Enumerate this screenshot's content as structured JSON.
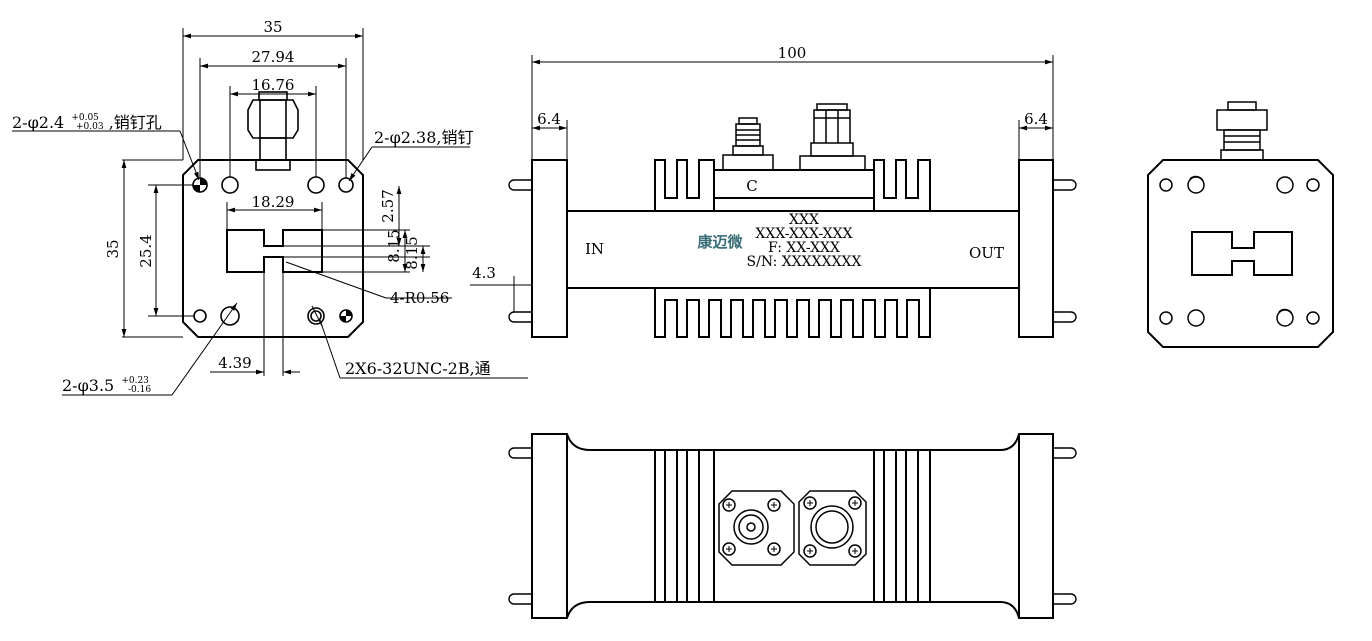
{
  "front_view": {
    "dims": {
      "width_outer": "35",
      "width_pins": "27.94",
      "width_inner": "16.76",
      "height_outer": "35",
      "height_inner": "25.4",
      "slot_width": "18.29",
      "ridge_gap_a": "2.57",
      "slot_height": "8.15",
      "ridge_gap_b": "8.15",
      "ridge_offset": "4.39"
    },
    "callouts": {
      "pin_hole": "2-φ2.4",
      "pin_hole_tol_upper": "+0.05",
      "pin_hole_tol_lower": "+0.03",
      "pin_hole_suffix": ",销钉孔",
      "pin": "2-φ2.38,销钉",
      "corner_radius": "4-R0.56",
      "thru_hole": "2-φ3.5",
      "thru_hole_tol_upper": "+0.23",
      "thru_hole_tol_lower": "-0.16",
      "thread": "2X6-32UNC-2B,通"
    }
  },
  "side_view": {
    "length": "100",
    "flange_left": "6.4",
    "flange_right": "6.4",
    "pin_offset": "4.3",
    "port_c": "C",
    "port_in": "IN",
    "port_out": "OUT",
    "brand": "康迈微",
    "label_lines": [
      "XXX",
      "XXX-XXX-XXX",
      "F: XX-XXX",
      "S/N: XXXXXXXX"
    ]
  },
  "colors": {
    "line": "#000000",
    "brand": "#3a6f78"
  }
}
